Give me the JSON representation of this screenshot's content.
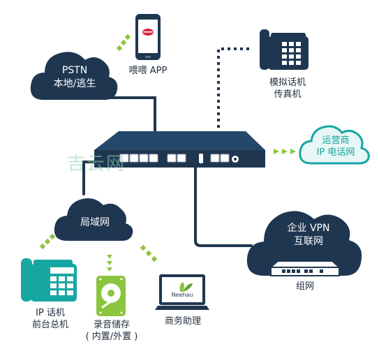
{
  "colors": {
    "navy": "#1f3651",
    "teal": "#17a7a3",
    "light_teal": "#5bc6c3",
    "cloud_light": "#d8f2f1",
    "green": "#8bc53f",
    "green_dots": "#8dc63f",
    "line_dark": "#1f3651"
  },
  "watermark": "吉云网",
  "nodes": {
    "pstn": {
      "line1": "PSTN",
      "line2": "本地/逃生",
      "icon": "cloud"
    },
    "app": {
      "label": "喂喂 APP",
      "icon": "smartphone-icon"
    },
    "analog": {
      "line1": "模拟话机",
      "line2": "传真机",
      "icon": "desk-phone-icon"
    },
    "carrier": {
      "line1": "运营商",
      "line2": "IP 电话网",
      "icon": "cloud"
    },
    "lan": {
      "label": "局域网",
      "icon": "cloud"
    },
    "vpn": {
      "line1": "企业 VPN",
      "line2": "互联网",
      "sub": "组网",
      "icon": "cloud"
    },
    "ip_phone": {
      "line1": "IP 话机",
      "line2": "前台总机",
      "icon": "ip-phone-icon"
    },
    "recording": {
      "line1": "录音储存",
      "line2": "( 内置/外置 )",
      "icon": "hard-drive-icon"
    },
    "assistant": {
      "label": "商务助理",
      "icon": "laptop-icon",
      "screen_text": "Neehau"
    }
  }
}
